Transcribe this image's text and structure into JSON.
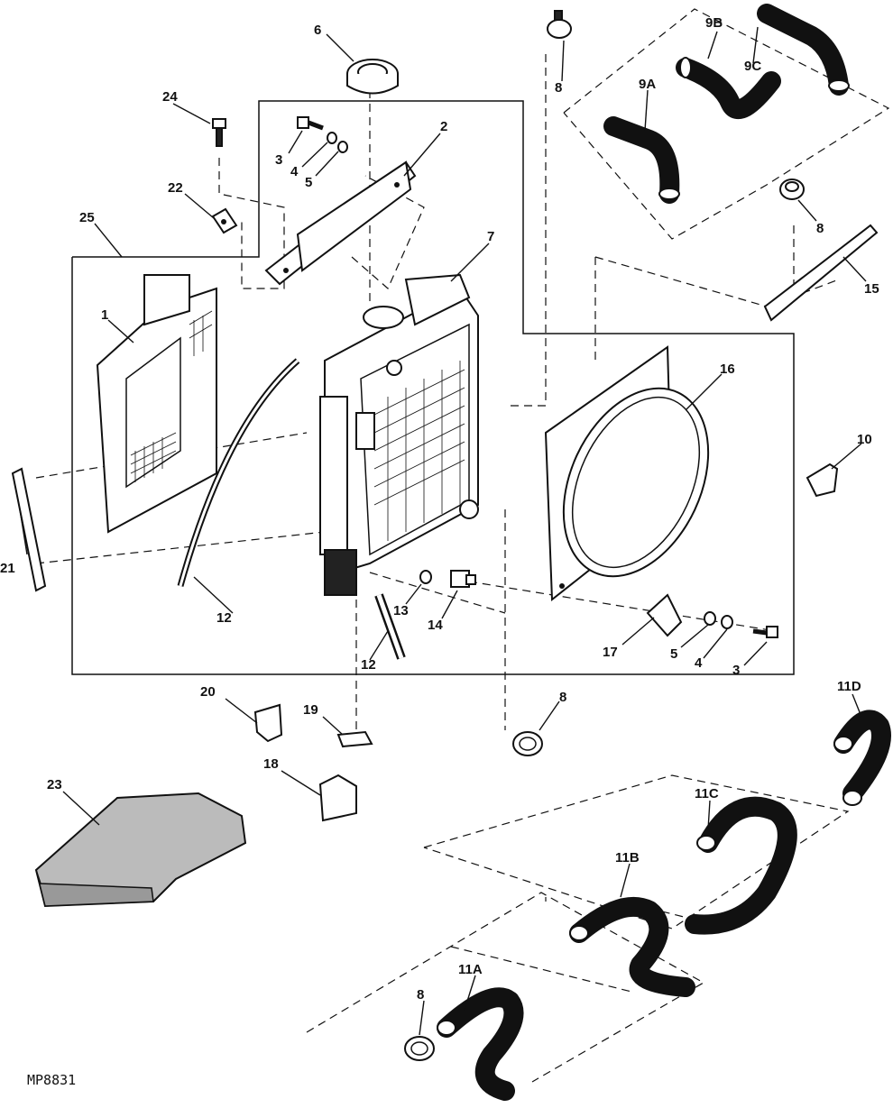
{
  "figure_ref": "MP8831",
  "callouts": {
    "c1": "1",
    "c2": "2",
    "c3a": "3",
    "c3b": "3",
    "c4a": "4",
    "c4b": "4",
    "c5a": "5",
    "c5b": "5",
    "c6": "6",
    "c7": "7",
    "c8a": "8",
    "c8b": "8",
    "c8c": "8",
    "c8d": "8",
    "c9a": "9A",
    "c9b": "9B",
    "c9c": "9C",
    "c10": "10",
    "c11a": "11A",
    "c11b": "11B",
    "c11c": "11C",
    "c11d": "11D",
    "c12a": "12",
    "c12b": "12",
    "c13": "13",
    "c14": "14",
    "c15": "15",
    "c16": "16",
    "c17": "17",
    "c18": "18",
    "c19": "19",
    "c20": "20",
    "c21": "21",
    "c22": "22",
    "c23": "23",
    "c24": "24",
    "c25": "25"
  }
}
